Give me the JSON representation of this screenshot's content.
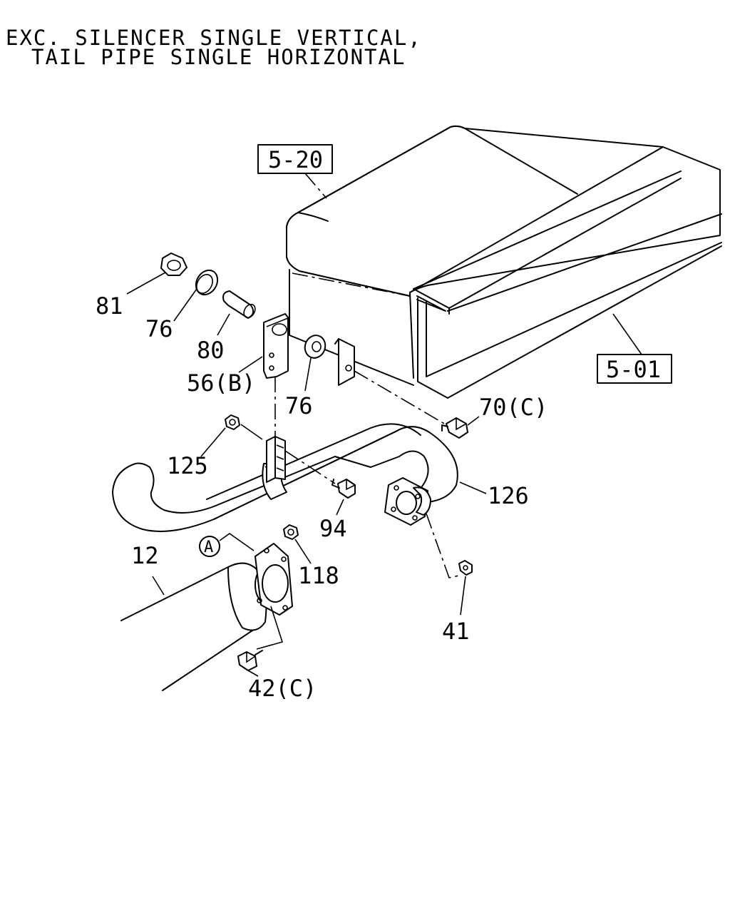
{
  "title": {
    "line1": "EXC. SILENCER SINGLE VERTICAL,",
    "line2": "TAIL PIPE SINGLE HORIZONTAL"
  },
  "refs": {
    "frame_top": "5-20",
    "frame_side": "5-01",
    "circle_a": "A"
  },
  "labels": {
    "p81": "81",
    "p76a": "76",
    "p80": "80",
    "p56b": "56(B)",
    "p76b": "76",
    "p70c": "70(C)",
    "p125": "125",
    "p126": "126",
    "p94": "94",
    "p118": "118",
    "p12": "12",
    "p41": "41",
    "p42c": "42(C)"
  }
}
